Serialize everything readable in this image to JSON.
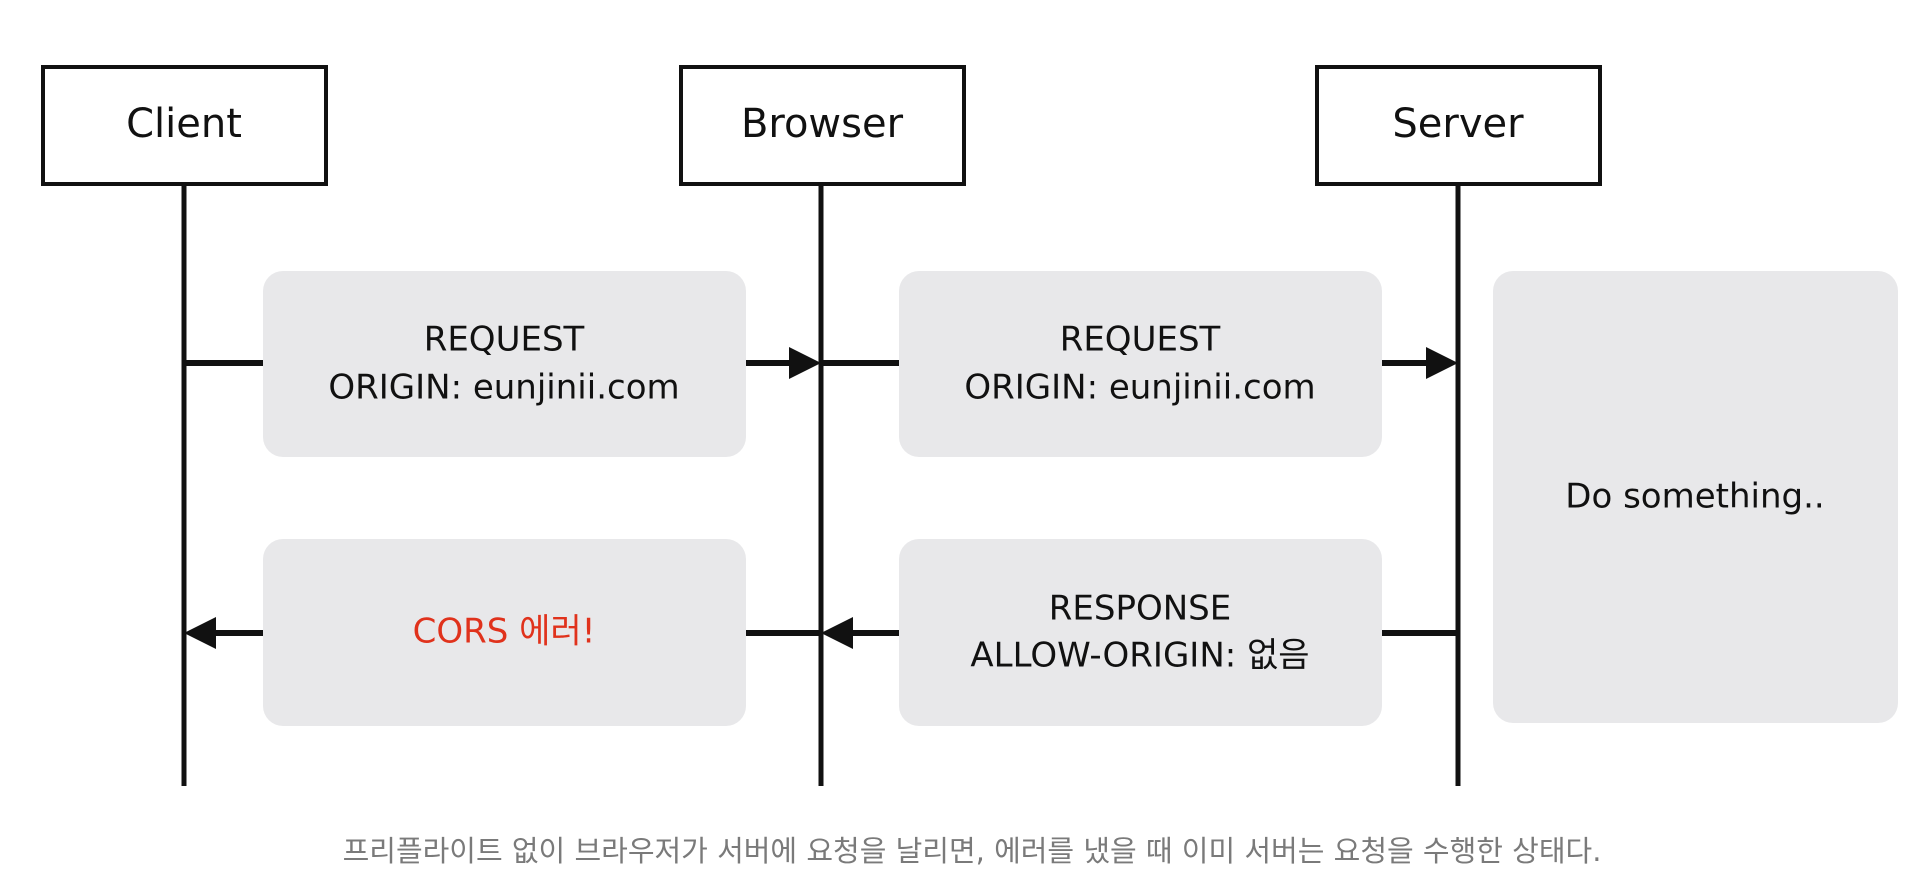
{
  "actors": {
    "client": "Client",
    "browser": "Browser",
    "server": "Server"
  },
  "messages": {
    "request_client": {
      "line1": "REQUEST",
      "line2": "ORIGIN: eunjinii.com"
    },
    "request_browser": {
      "line1": "REQUEST",
      "line2": "ORIGIN: eunjinii.com"
    },
    "response_server": {
      "line1": "RESPONSE",
      "line2": "ALLOW-ORIGIN: 없음"
    },
    "cors_error": {
      "line1": "CORS 에러!"
    }
  },
  "server_action": "Do something..",
  "caption": "프리플라이트 없이 브라우저가 서버에 요청을 날리면, 에러를 냈을 때 이미 서버는 요청을 수행한 상태다.",
  "colors": {
    "line": "#111111",
    "box_fill": "#e8e8ea",
    "error_text": "#e0321c",
    "caption_text": "#7a7a7a"
  }
}
